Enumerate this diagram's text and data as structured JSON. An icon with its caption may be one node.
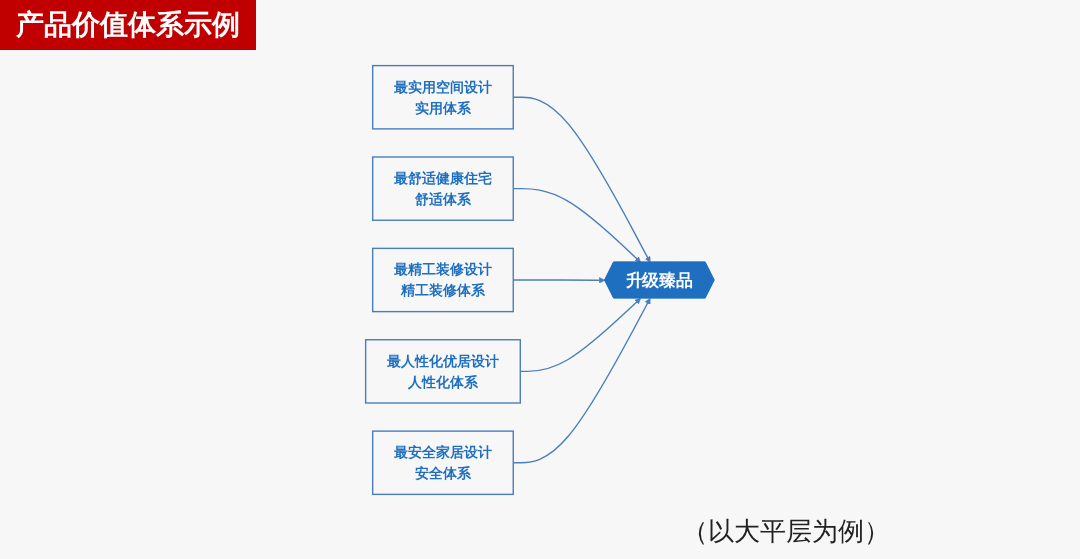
{
  "diagram": {
    "title": "产品价值体系示例",
    "nodes": [
      {
        "text": [
          "最实用空间设计",
          "实用体系"
        ]
      },
      {
        "text": [
          "最舒适健康住宅",
          "舒适体系"
        ]
      },
      {
        "text": [
          "最精工装修设计",
          "精工装修体系"
        ]
      },
      {
        "text": [
          "升级臻品"
        ]
      },
      {
        "text": [
          "最人性化优居设计",
          "人性化体系"
        ]
      },
      {
        "text": [
          "最安全家居设计",
          "安全体系"
        ]
      }
    ],
    "edges": [
      {
        "from": 0,
        "to": 3,
        "arrow": "to"
      },
      {
        "from": 1,
        "to": 3,
        "arrow": "to"
      },
      {
        "from": 2,
        "to": 3,
        "arrow": "to"
      },
      {
        "from": 4,
        "to": 3,
        "arrow": "to"
      },
      {
        "from": 5,
        "to": 3,
        "arrow": "to"
      }
    ],
    "labels": [
      "（以大平层为例）"
    ]
  }
}
